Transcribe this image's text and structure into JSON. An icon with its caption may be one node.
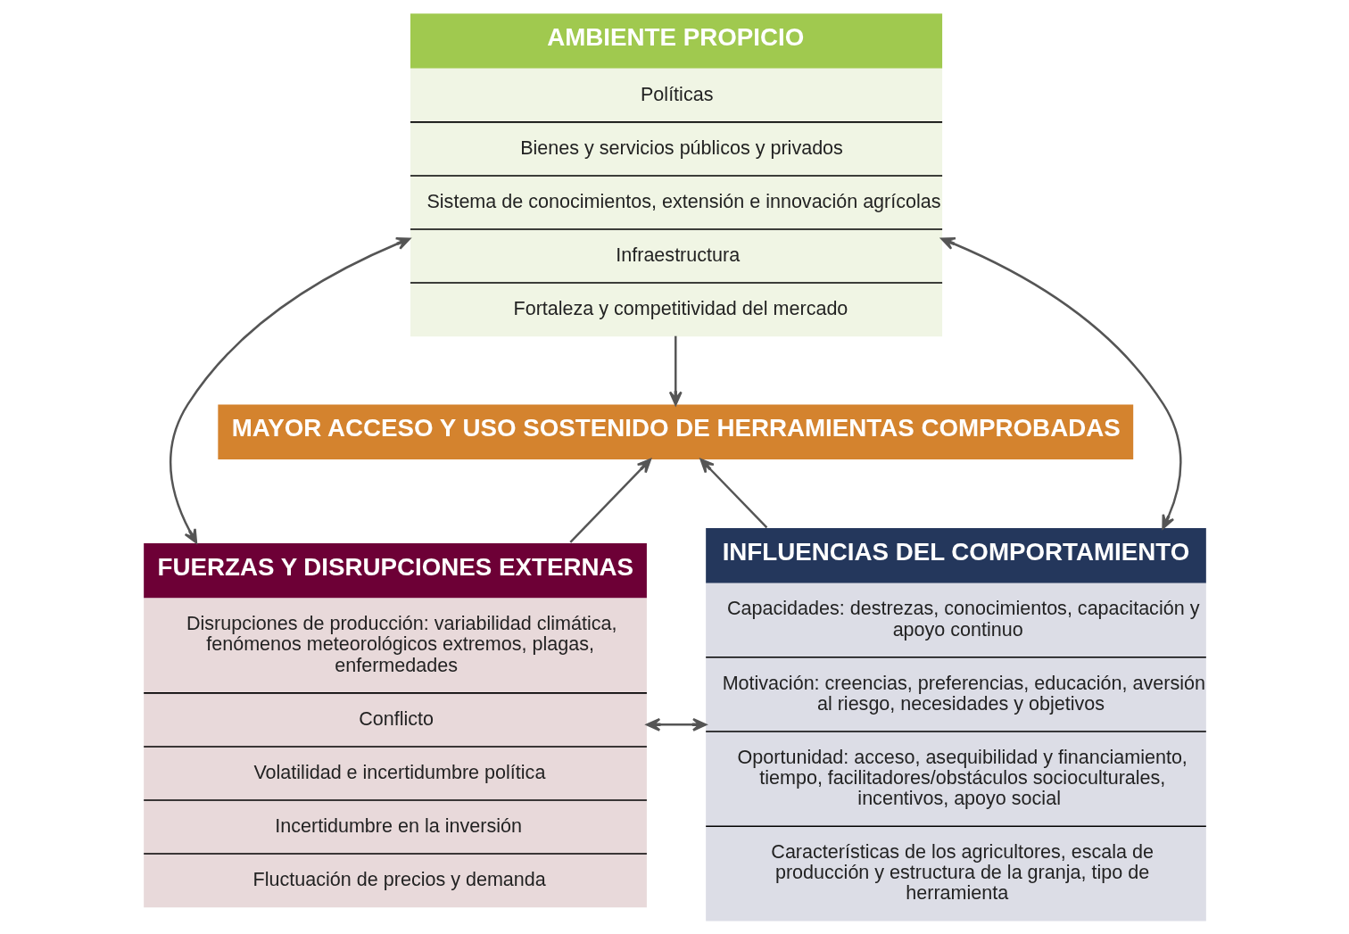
{
  "diagram": {
    "nodes": [
      {
        "text": [
          "AMBIENTE PROPICIO",
          "Políticas",
          "Bienes y servicios públicos y privados",
          "Sistema de conocimientos, extensión e innovación agrícolas",
          "Infraestructura",
          "Fortaleza y competitividad del mercado"
        ]
      },
      {
        "text": [
          "MAYOR ACCESO Y USO SOSTENIDO DE HERRAMIENTAS COMPROBADAS"
        ]
      },
      {
        "text": [
          "FUERZAS Y DISRUPCIONES EXTERNAS",
          "Disrupciones de producción: variabilidad climática, fenómenos meteorológicos extremos, plagas, enfermedades",
          "Conflicto",
          "Volatilidad e incertidumbre política",
          "Incertidumbre en la inversión",
          "Fluctuación de precios y demanda"
        ]
      },
      {
        "text": [
          "INFLUENCIAS DEL COMPORTAMIENTO",
          "Capacidades: destrezas, conocimientos, capacitación y apoyo continuo",
          "Motivación: creencias, preferencias, educación, aversión al riesgo, necesidades y objetivos",
          "Oportunidad: acceso, asequibilidad y financiamiento, tiempo, facilitadores/obstáculos socioculturales, incentivos, apoyo social",
          "Características de los agricultores, escala de producción y estructura de la granja, tipo de herramienta"
        ]
      }
    ],
    "edges": [
      {
        "from": 0,
        "to": 1,
        "arrow": "to"
      },
      {
        "from": 0,
        "to": 2,
        "arrow": "both"
      },
      {
        "from": 0,
        "to": 3,
        "arrow": "both"
      },
      {
        "from": 2,
        "to": 1,
        "arrow": "to"
      },
      {
        "from": 3,
        "to": 1,
        "arrow": "to"
      },
      {
        "from": 2,
        "to": 3,
        "arrow": "both"
      }
    ]
  }
}
